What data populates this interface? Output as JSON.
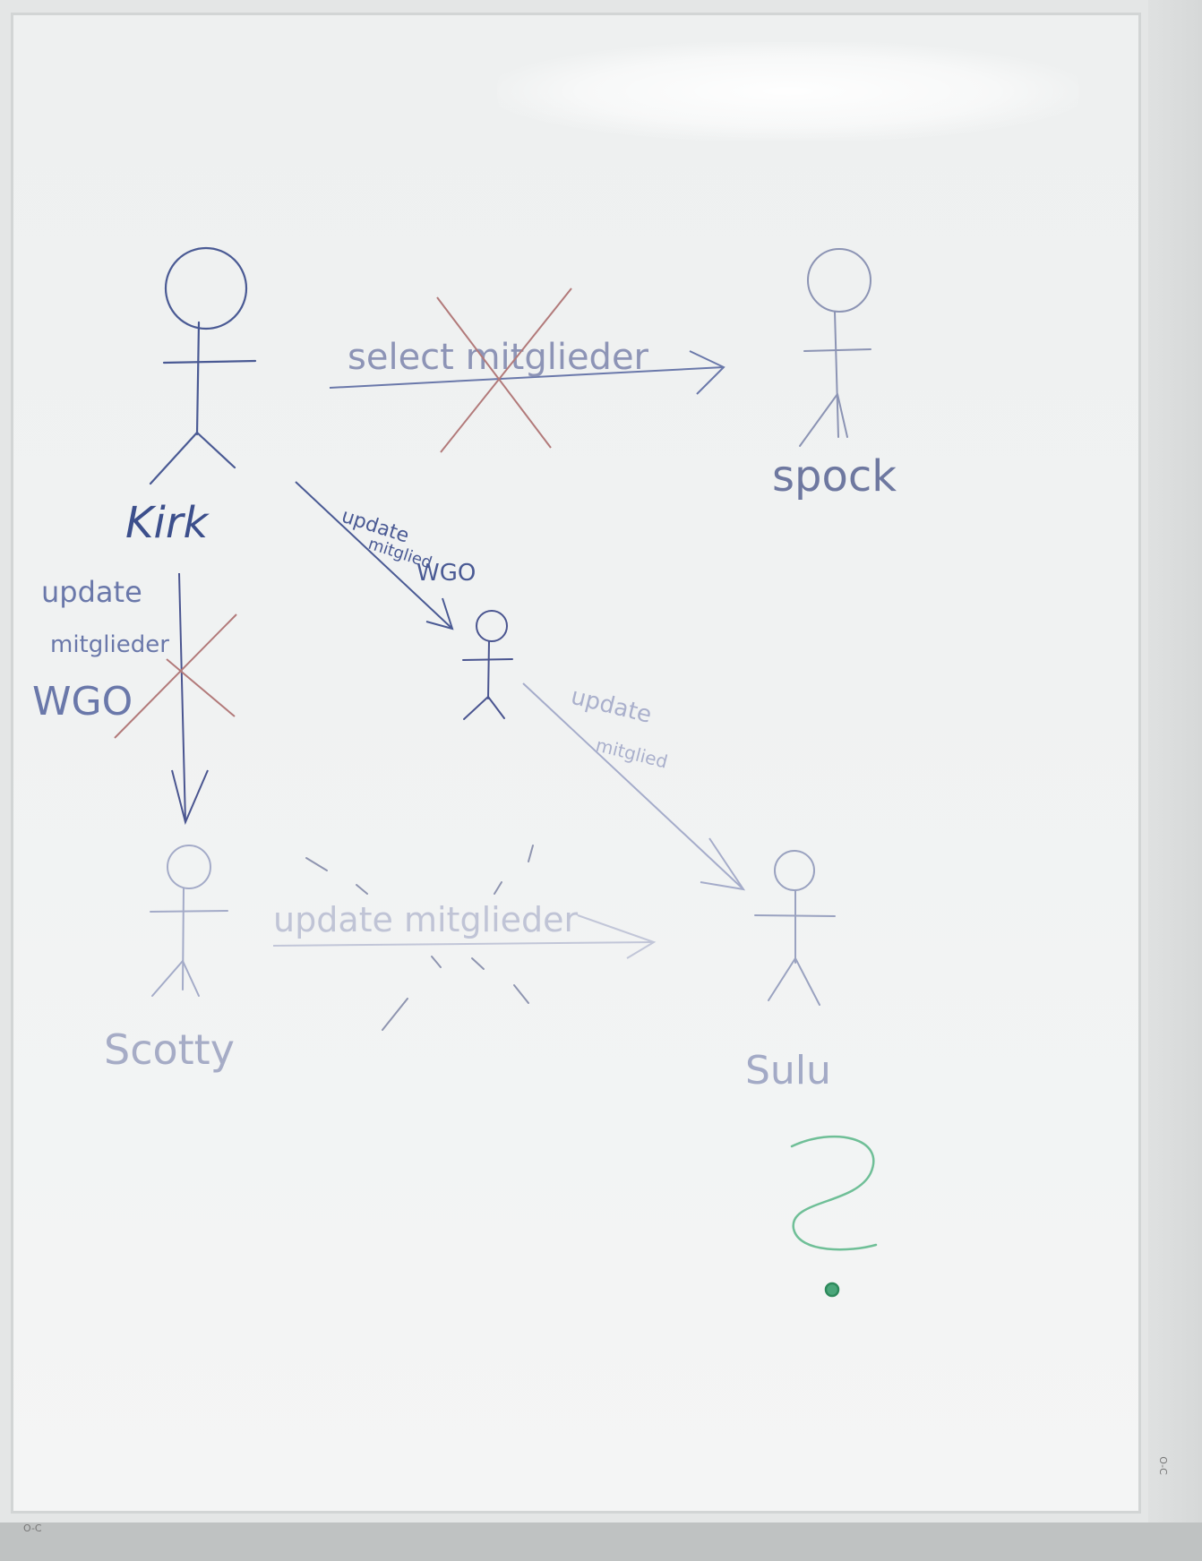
{
  "actors": {
    "kirk": "Kirk",
    "spock": "spock",
    "scotty": "Scotty",
    "sulu": "Sulu"
  },
  "messages": {
    "kirk_to_spock": "select mitglieder",
    "kirk_to_middle": [
      "update",
      "mitglied",
      "WGO"
    ],
    "kirk_to_scotty": [
      "update",
      "mitglieder",
      "WGO"
    ],
    "middle_to_sulu": [
      "update",
      "mitglied"
    ],
    "scotty_to_sulu": "update mitglieder"
  },
  "annotations": {
    "question_mark": "?"
  },
  "brand": {
    "bottom_left": "O-C",
    "right_edge": "O-C"
  },
  "colors": {
    "marker_blue": "#3c4f8c",
    "marker_blue_faded": "#8e97bd",
    "marker_red": "#b06a6a",
    "marker_green": "#4aa67a"
  }
}
